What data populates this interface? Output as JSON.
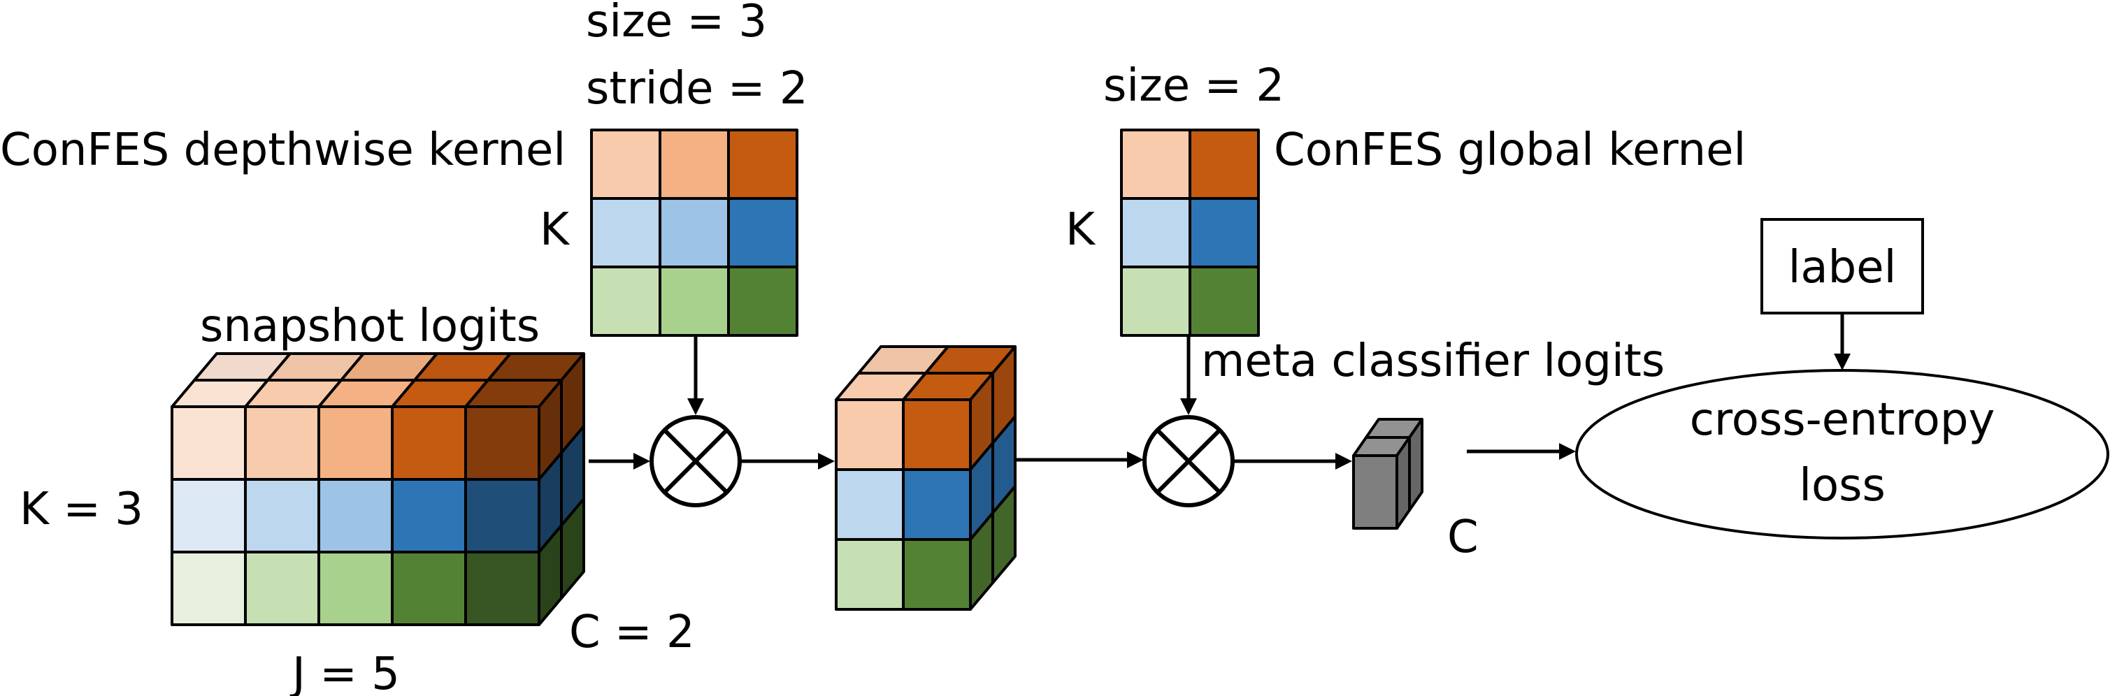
{
  "colors": {
    "orange": [
      "#fbe3d3",
      "#f8cbad",
      "#f4b183",
      "#c55a11",
      "#843c0c"
    ],
    "blue": [
      "#dce8f4",
      "#bdd7ee",
      "#9dc3e6",
      "#2e75b6",
      "#1f4e79"
    ],
    "green": [
      "#e6f0dc",
      "#c6e0b4",
      "#a9d18e",
      "#548235",
      "#375623"
    ],
    "gray": "#7f7f7f",
    "line": "#000000"
  },
  "labels": {
    "dw_size": "size = 3",
    "dw_stride": "stride = 2",
    "dw_kernel": "ConFES depthwise kernel",
    "dw_K": "K",
    "snapshot": "snapshot logits",
    "K3": "K = 3",
    "J5": "J = 5",
    "C2": "C = 2",
    "gl_size": "size = 2",
    "gl_kernel": "ConFES global kernel",
    "gl_K": "K",
    "meta": "meta classifier logits",
    "C": "C",
    "label": "label",
    "ce1": "cross-entropy",
    "ce2": "loss"
  },
  "icons": [
    "multiply-circle-icon",
    "multiply-circle-icon"
  ]
}
